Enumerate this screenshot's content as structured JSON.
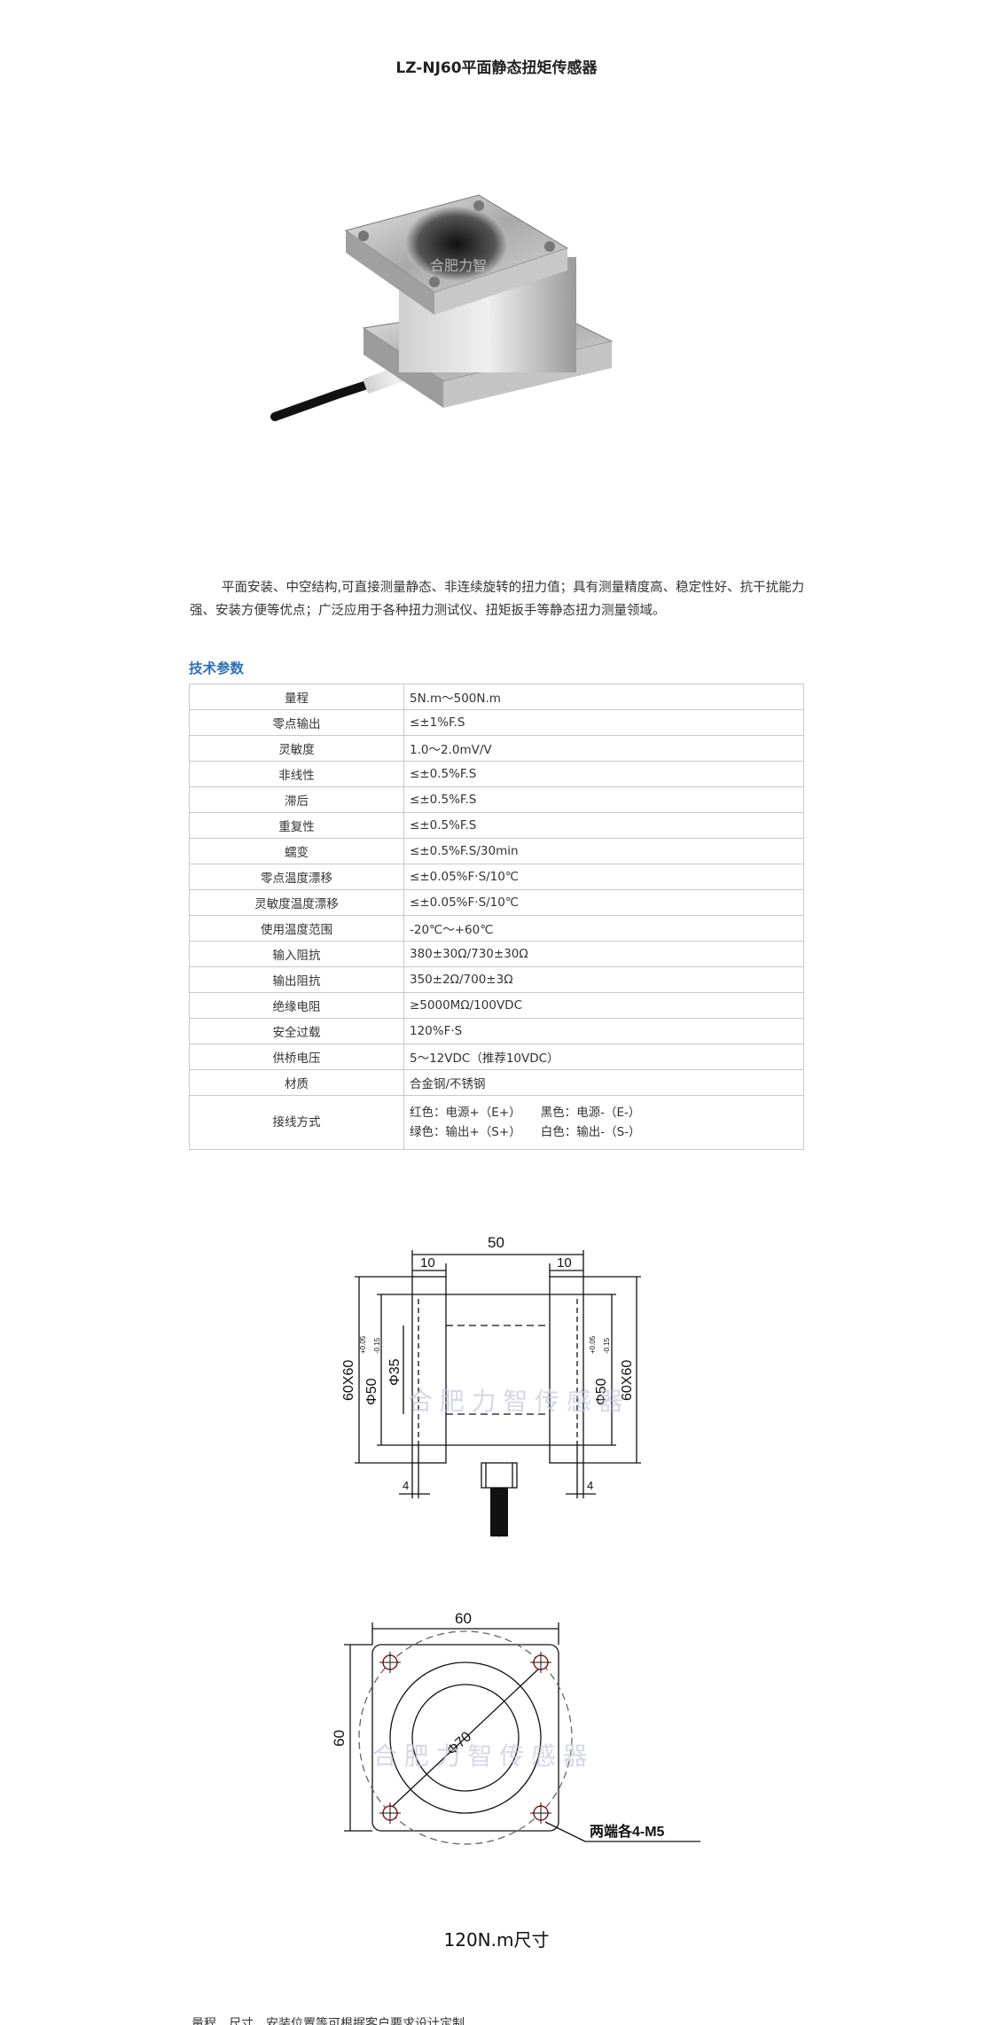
{
  "title": "LZ-NJ60平面静态扭矩传感器",
  "photo": {
    "watermark": "合肥力智"
  },
  "description": "平面安装、中空结构,可直接测量静态、非连续旋转的扭力值；具有测量精度高、稳定性好、抗干扰能力强、安装方便等优点；广泛应用于各种扭力测试仪、扭矩扳手等静态扭力测量领域。",
  "section_heading": "技术参数",
  "specs": [
    {
      "k": "量程",
      "v": "5N.m～500N.m"
    },
    {
      "k": "零点输出",
      "v": "≤±1%F.S"
    },
    {
      "k": "灵敏度",
      "v": "1.0～2.0mV/V"
    },
    {
      "k": "非线性",
      "v": "≤±0.5%F.S"
    },
    {
      "k": "滞后",
      "v": "≤±0.5%F.S"
    },
    {
      "k": "重复性",
      "v": "≤±0.5%F.S"
    },
    {
      "k": "蠕变",
      "v": "≤±0.5%F.S/30min"
    },
    {
      "k": "零点温度漂移",
      "v": "≤±0.05%F·S/10℃"
    },
    {
      "k": "灵敏度温度漂移",
      "v": "≤±0.05%F·S/10℃"
    },
    {
      "k": "使用温度范围",
      "v": "-20℃～+60℃"
    },
    {
      "k": "输入阻抗",
      "v": "380±30Ω/730±30Ω"
    },
    {
      "k": "输出阻抗",
      "v": "350±2Ω/700±3Ω"
    },
    {
      "k": "绝缘电阻",
      "v": "≥5000MΩ/100VDC"
    },
    {
      "k": "安全过载",
      "v": "120%F·S"
    },
    {
      "k": "供桥电压",
      "v": "5～12VDC（推荐10VDC）"
    },
    {
      "k": "材质",
      "v": "合金钢/不锈钢"
    }
  ],
  "wiring": {
    "label": "接线方式",
    "red": "红色：电源+（E+）",
    "black": "黑色：电源-（E-）",
    "green": "绿色：输出+（S+）",
    "white": "白色：输出-（S-）"
  },
  "side_drawing": {
    "dim_top": "50",
    "dim_left_flange": "10",
    "dim_right_flange": "10",
    "dim_outer_left": "60X60",
    "dim_outer_right": "60X60",
    "dim_phi50_left": "Φ50",
    "dim_phi50_right": "Φ50",
    "tol_plus": "+0.05",
    "tol_minus": "-0.15",
    "dim_bore": "Φ35",
    "dim_bottom_left": "4",
    "dim_bottom_right": "4",
    "watermark": "合 肥 力 智 传 感 器"
  },
  "top_drawing": {
    "dim_top": "60",
    "dim_left": "60",
    "dim_circle": "Φ70",
    "holes_note": "两端各4-M5",
    "watermark": "合 肥 力 智 传 感 器"
  },
  "caption": "120N.m尺寸",
  "footer_note": "量程、尺寸、安装位置等可根据客户要求设计定制"
}
